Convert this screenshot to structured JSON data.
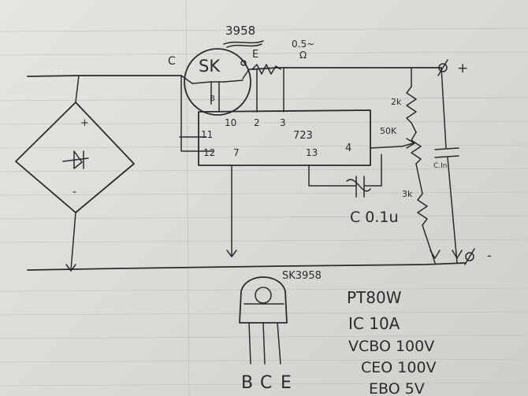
{
  "labels": {
    "sk": "SK",
    "part_top": "3958",
    "c_left": "C",
    "e_label": "E",
    "b_label": "B",
    "res_top": "0.5~",
    "res_unit": "Ω",
    "plus_terminal": "+",
    "minus_terminal": "-",
    "pin11": "11",
    "pin10": "10",
    "pin2": "2",
    "pin3": "3",
    "pin12": "12",
    "pin7": "7",
    "pin13": "13",
    "pin4": "4",
    "ic": "723",
    "r2k": "2k",
    "r3k": "3k",
    "r50k": "50K",
    "cap_c": "C 0.1u",
    "cap_right": "C.In",
    "bridge_plus": "+",
    "bridge_minus": "-",
    "pinout_title": "SK3958",
    "pin_b": "B",
    "pin_c": "C",
    "pin_e": "E"
  },
  "specs": [
    "PT80W",
    "IC 10A",
    "VCBO 100V",
    "CEO 100V",
    "EBO 5V"
  ]
}
